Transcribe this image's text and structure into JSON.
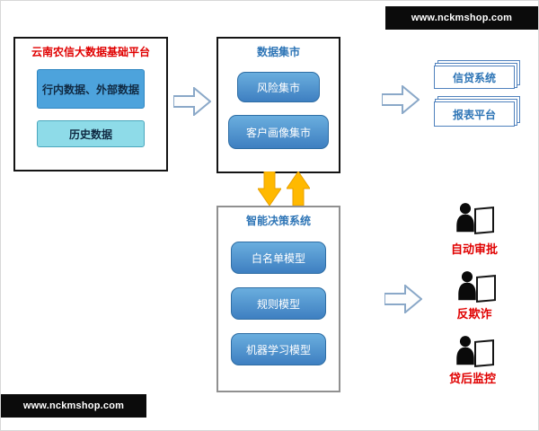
{
  "watermark_top": "www.nckmshop.com",
  "watermark_bottom": "www.nckmshop.com",
  "source_platform": {
    "title": "云南农信大数据基础平台",
    "items": [
      {
        "label": "行内数据、外部数据"
      },
      {
        "label": "历史数据"
      }
    ]
  },
  "data_mart": {
    "title": "数据集市",
    "items": [
      {
        "label": "风险集市"
      },
      {
        "label": "客户画像集市"
      }
    ]
  },
  "decision_system": {
    "title": "智能决策系统",
    "items": [
      {
        "label": "白名单模型"
      },
      {
        "label": "规则模型"
      },
      {
        "label": "机器学习模型"
      }
    ]
  },
  "output_systems": {
    "items": [
      {
        "label": "信贷系统"
      },
      {
        "label": "报表平台"
      }
    ]
  },
  "decision_outputs": {
    "items": [
      {
        "label": "自动审批"
      },
      {
        "label": "反欺诈"
      },
      {
        "label": "贷后监控"
      }
    ]
  },
  "colors": {
    "title_red": "#e00000",
    "title_blue": "#2e75b6",
    "pill_blue": "#3e7fc1",
    "source_item_blue": "#4da3dc",
    "source_item_cyan": "#8edbe8",
    "orange_arrow": "#ffb900",
    "stack_border_blue": "#4f81bd",
    "banner_black": "#0b0b0b"
  }
}
